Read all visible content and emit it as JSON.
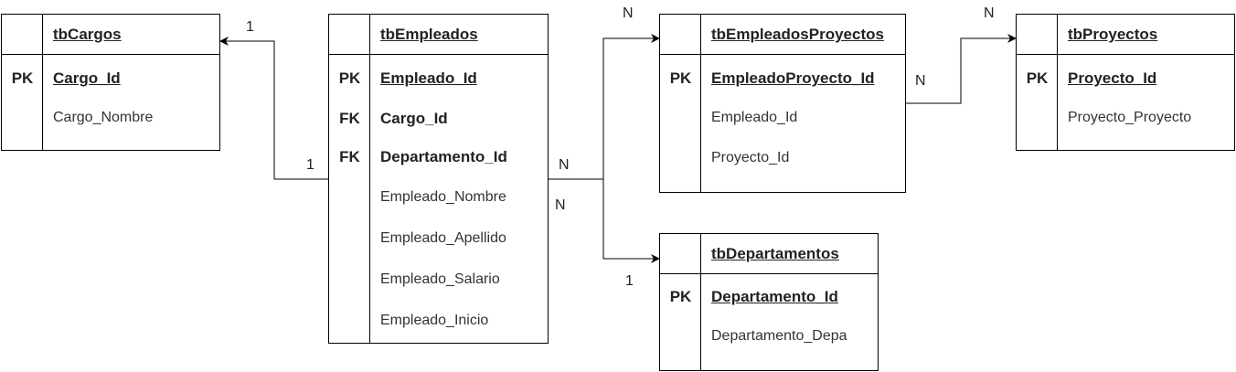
{
  "tables": {
    "cargos": {
      "title": "tbCargos",
      "rows": [
        {
          "key": "PK",
          "field": "Cargo_Id"
        },
        {
          "key": "",
          "field": "Cargo_Nombre"
        }
      ]
    },
    "empleados": {
      "title": "tbEmpleados",
      "rows": [
        {
          "key": "PK",
          "field": "Empleado_Id"
        },
        {
          "key": "FK",
          "field": "Cargo_Id"
        },
        {
          "key": "FK",
          "field": "Departamento_Id"
        },
        {
          "key": "",
          "field": "Empleado_Nombre"
        },
        {
          "key": "",
          "field": "Empleado_Apellido"
        },
        {
          "key": "",
          "field": "Empleado_Salario"
        },
        {
          "key": "",
          "field": "Empleado_Inicio"
        }
      ]
    },
    "empleadosProyectos": {
      "title": "tbEmpleadosProyectos",
      "rows": [
        {
          "key": "PK",
          "field": "EmpleadoProyecto_Id"
        },
        {
          "key": "",
          "field": "Empleado_Id"
        },
        {
          "key": "",
          "field": "Proyecto_Id"
        }
      ]
    },
    "departamentos": {
      "title": "tbDepartamentos",
      "rows": [
        {
          "key": "PK",
          "field": "Departamento_Id"
        },
        {
          "key": "",
          "field": "Departamento_Depa"
        }
      ]
    },
    "proyectos": {
      "title": "tbProyectos",
      "rows": [
        {
          "key": "PK",
          "field": "Proyecto_Id"
        },
        {
          "key": "",
          "field": "Proyecto_Proyecto"
        }
      ]
    }
  },
  "cardinalities": {
    "cargos_one_near_table": "1",
    "cargos_one_near_empleados": "1",
    "empleados_n_to_ep": "N",
    "ep_n_top": "N",
    "empleados_n_to_depto": "N",
    "depto_one": "1",
    "ep_n_to_proyectos": "N",
    "proyectos_n_top": "N"
  }
}
